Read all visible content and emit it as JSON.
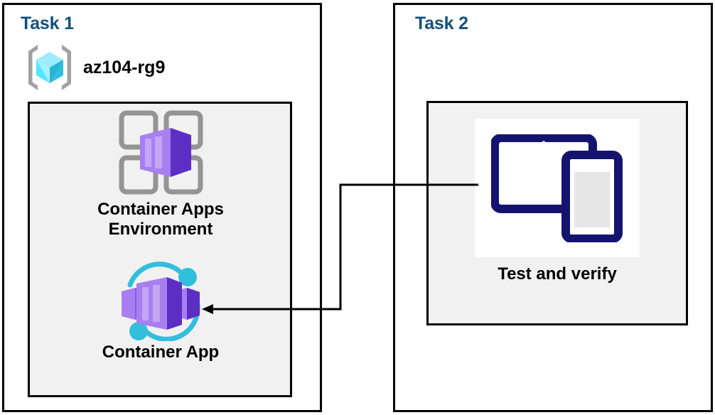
{
  "diagram": {
    "title": "Azure Container Apps lab tasks diagram",
    "colors": {
      "task_title": "#12507e",
      "panel_border": "#000000",
      "inner_fill": "#f1f1f1",
      "container_purple": "#8661d9",
      "container_purple_dark": "#5c2ec4",
      "accent_cyan": "#32bedd",
      "resource_group_bracket": "#a0a1a2",
      "device_navy": "#14146e"
    }
  },
  "task1": {
    "title": "Task 1",
    "resource_group": {
      "icon": "resource-group-icon",
      "label": "az104-rg9"
    },
    "nodes": [
      {
        "icon": "container-apps-environment-icon",
        "label": "Container Apps\nEnvironment"
      },
      {
        "icon": "container-app-icon",
        "label": "Container App"
      }
    ]
  },
  "task2": {
    "title": "Task 2",
    "nodes": [
      {
        "icon": "test-and-verify-devices-icon",
        "label": "Test and verify"
      }
    ]
  },
  "connector": {
    "name": "task2-to-container-app-arrow",
    "from": "Test and verify",
    "to": "Container App",
    "arrow_direction": "left"
  }
}
